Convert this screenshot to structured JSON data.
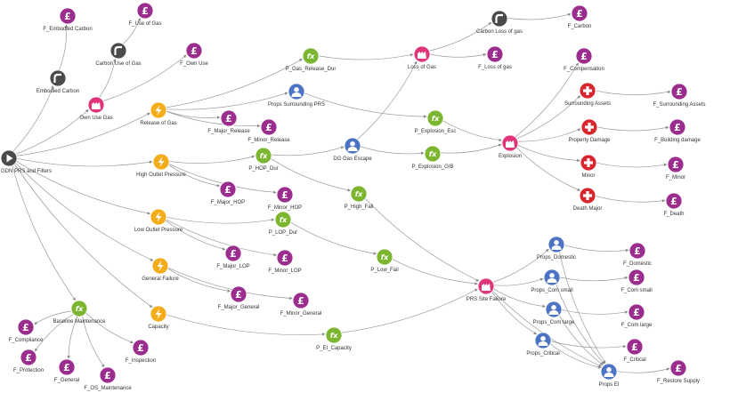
{
  "colors": {
    "cost": "#9b2d8e",
    "loss": "#e0357a",
    "failure": "#f5ac1a",
    "function": "#7cb52f",
    "person": "#4c74c4",
    "harm": "#d9262d",
    "source": "#4a4a4a",
    "edge": "#9a9a9a"
  },
  "icons": {
    "cost": "pound-icon",
    "loss": "factory-icon",
    "failure": "lightning-icon",
    "function": "fx-icon",
    "person": "user-icon",
    "harm": "plus-icon",
    "source": "play-icon",
    "carbon": "pipe-icon"
  },
  "nodes": [
    {
      "id": "root",
      "label": "GDN PRS and Filters",
      "type": "source"
    },
    {
      "id": "emb_c",
      "label": "Embodied Carbon",
      "type": "carbon"
    },
    {
      "id": "f_emb_c",
      "label": "F_Embodied Carbon",
      "type": "cost"
    },
    {
      "id": "own_gas",
      "label": "Own Use Gas",
      "type": "loss"
    },
    {
      "id": "c_use_gas",
      "label": "Carbon Use of Gas",
      "type": "carbon"
    },
    {
      "id": "f_use_gas",
      "label": "F_Use of Gas",
      "type": "cost"
    },
    {
      "id": "f_own_use",
      "label": "F_Own Use",
      "type": "cost"
    },
    {
      "id": "rel_gas",
      "label": "Release of Gas",
      "type": "failure"
    },
    {
      "id": "p_gas_rel",
      "label": "P_Gas_Release_Dur",
      "type": "function"
    },
    {
      "id": "props_sur",
      "label": "Props Surrounding PRS",
      "type": "person"
    },
    {
      "id": "f_major_rel",
      "label": "F_Major_Release",
      "type": "cost"
    },
    {
      "id": "f_minor_rel",
      "label": "F_Minor_Release",
      "type": "cost"
    },
    {
      "id": "loss_gas",
      "label": "Loss of Gas",
      "type": "loss"
    },
    {
      "id": "c_loss_gas",
      "label": "Carbon Loss of gas",
      "type": "carbon"
    },
    {
      "id": "f_carbon",
      "label": "F_Carbon",
      "type": "cost"
    },
    {
      "id": "f_loss_gas",
      "label": "F_Loss of gas",
      "type": "cost"
    },
    {
      "id": "hop",
      "label": "High Outlet Pressure",
      "type": "failure"
    },
    {
      "id": "p_hop",
      "label": "P_HOP_Dur",
      "type": "function"
    },
    {
      "id": "f_major_hop",
      "label": "F_Major_HOP",
      "type": "cost"
    },
    {
      "id": "f_minor_hop",
      "label": "F_Minor_HOP",
      "type": "cost"
    },
    {
      "id": "dg_escape",
      "label": "DG Gas Escape",
      "type": "person"
    },
    {
      "id": "p_exp_esc",
      "label": "P_Explosion_Esc",
      "type": "function"
    },
    {
      "id": "p_exp_gib",
      "label": "P_Explosion_GIB",
      "type": "function"
    },
    {
      "id": "explosion",
      "label": "Explosion",
      "type": "loss"
    },
    {
      "id": "f_comp",
      "label": "F_Compensation",
      "type": "cost"
    },
    {
      "id": "sur_assets",
      "label": "Surrounding Assets",
      "type": "harm"
    },
    {
      "id": "f_sur_assets",
      "label": "F_Surrounding Assets",
      "type": "cost"
    },
    {
      "id": "prop_dmg",
      "label": "Property Damage",
      "type": "harm"
    },
    {
      "id": "f_bld_dmg",
      "label": "F_Building damage",
      "type": "cost"
    },
    {
      "id": "minor",
      "label": "Minor",
      "type": "harm"
    },
    {
      "id": "f_minor",
      "label": "F_Minor",
      "type": "cost"
    },
    {
      "id": "death_major",
      "label": "Death Major",
      "type": "harm"
    },
    {
      "id": "f_death",
      "label": "F_Death",
      "type": "cost"
    },
    {
      "id": "p_high_fail",
      "label": "P_High_Fail",
      "type": "function"
    },
    {
      "id": "lop",
      "label": "Low Outlet Pressure",
      "type": "failure"
    },
    {
      "id": "p_lop",
      "label": "P_LOP_Dur",
      "type": "function"
    },
    {
      "id": "f_major_lop",
      "label": "F_Major_LOP",
      "type": "cost"
    },
    {
      "id": "f_minor_lop",
      "label": "F_Minor_LOP",
      "type": "cost"
    },
    {
      "id": "p_low_fail",
      "label": "P_Low_Fail",
      "type": "function"
    },
    {
      "id": "gen_fail",
      "label": "General Failure",
      "type": "failure"
    },
    {
      "id": "f_major_gen",
      "label": "F_Major_General",
      "type": "cost"
    },
    {
      "id": "f_minor_gen",
      "label": "F_Minor_General",
      "type": "cost"
    },
    {
      "id": "capacity",
      "label": "Capacity",
      "type": "failure"
    },
    {
      "id": "p_ei_cap",
      "label": "P_EI_Capacity",
      "type": "function"
    },
    {
      "id": "prs_site",
      "label": "PRS Site Failure",
      "type": "loss"
    },
    {
      "id": "props_dom",
      "label": "Props_Domestic",
      "type": "person"
    },
    {
      "id": "f_dom",
      "label": "F_Domestic",
      "type": "cost"
    },
    {
      "id": "props_cs",
      "label": "Props_Com small",
      "type": "person"
    },
    {
      "id": "f_cs",
      "label": "F_Com small",
      "type": "cost"
    },
    {
      "id": "props_cl",
      "label": "Props_Com large",
      "type": "person"
    },
    {
      "id": "f_cl",
      "label": "F_Com large",
      "type": "cost"
    },
    {
      "id": "props_crit",
      "label": "Props_Critical",
      "type": "person"
    },
    {
      "id": "f_crit",
      "label": "F_Critical",
      "type": "cost"
    },
    {
      "id": "props_ei",
      "label": "Props EI",
      "type": "person"
    },
    {
      "id": "f_restore",
      "label": "F_Restore Supply",
      "type": "cost"
    },
    {
      "id": "baseline",
      "label": "Baseline Maintenance",
      "type": "function"
    },
    {
      "id": "f_compl",
      "label": "F_Compliance",
      "type": "cost"
    },
    {
      "id": "f_prot",
      "label": "F_Protection",
      "type": "cost"
    },
    {
      "id": "f_gen",
      "label": "F_General",
      "type": "cost"
    },
    {
      "id": "f_os",
      "label": "F_OS_Maintenance",
      "type": "cost"
    },
    {
      "id": "f_insp",
      "label": "F_Inspection",
      "type": "cost"
    }
  ],
  "edges": [
    [
      "root",
      "emb_c"
    ],
    [
      "emb_c",
      "f_emb_c"
    ],
    [
      "root",
      "own_gas"
    ],
    [
      "own_gas",
      "c_use_gas"
    ],
    [
      "c_use_gas",
      "f_use_gas"
    ],
    [
      "own_gas",
      "f_own_use"
    ],
    [
      "root",
      "rel_gas"
    ],
    [
      "rel_gas",
      "p_gas_rel"
    ],
    [
      "rel_gas",
      "props_sur"
    ],
    [
      "rel_gas",
      "f_major_rel"
    ],
    [
      "rel_gas",
      "f_minor_rel"
    ],
    [
      "p_gas_rel",
      "loss_gas"
    ],
    [
      "loss_gas",
      "c_loss_gas"
    ],
    [
      "c_loss_gas",
      "f_carbon"
    ],
    [
      "loss_gas",
      "f_loss_gas"
    ],
    [
      "props_sur",
      "p_exp_esc"
    ],
    [
      "p_exp_esc",
      "explosion"
    ],
    [
      "root",
      "hop"
    ],
    [
      "hop",
      "p_hop"
    ],
    [
      "hop",
      "f_major_hop"
    ],
    [
      "hop",
      "f_minor_hop"
    ],
    [
      "p_hop",
      "dg_escape"
    ],
    [
      "p_hop",
      "p_high_fail"
    ],
    [
      "dg_escape",
      "loss_gas"
    ],
    [
      "dg_escape",
      "p_exp_gib"
    ],
    [
      "p_exp_gib",
      "explosion"
    ],
    [
      "explosion",
      "f_comp"
    ],
    [
      "explosion",
      "sur_assets"
    ],
    [
      "sur_assets",
      "f_sur_assets"
    ],
    [
      "explosion",
      "prop_dmg"
    ],
    [
      "prop_dmg",
      "f_bld_dmg"
    ],
    [
      "explosion",
      "minor"
    ],
    [
      "minor",
      "f_minor"
    ],
    [
      "explosion",
      "death_major"
    ],
    [
      "death_major",
      "f_death"
    ],
    [
      "root",
      "lop"
    ],
    [
      "lop",
      "p_lop"
    ],
    [
      "lop",
      "f_major_lop"
    ],
    [
      "lop",
      "f_minor_lop"
    ],
    [
      "p_lop",
      "p_low_fail"
    ],
    [
      "root",
      "gen_fail"
    ],
    [
      "gen_fail",
      "f_major_gen"
    ],
    [
      "gen_fail",
      "f_minor_gen"
    ],
    [
      "root",
      "capacity"
    ],
    [
      "capacity",
      "p_ei_cap"
    ],
    [
      "p_high_fail",
      "prs_site"
    ],
    [
      "p_low_fail",
      "prs_site"
    ],
    [
      "p_ei_cap",
      "prs_site"
    ],
    [
      "prs_site",
      "props_dom"
    ],
    [
      "props_dom",
      "f_dom"
    ],
    [
      "prs_site",
      "props_cs"
    ],
    [
      "props_cs",
      "f_cs"
    ],
    [
      "prs_site",
      "props_cl"
    ],
    [
      "props_cl",
      "f_cl"
    ],
    [
      "prs_site",
      "props_crit"
    ],
    [
      "props_crit",
      "f_crit"
    ],
    [
      "prs_site",
      "props_ei"
    ],
    [
      "props_ei",
      "f_restore"
    ],
    [
      "props_dom",
      "props_ei"
    ],
    [
      "props_cs",
      "props_ei"
    ],
    [
      "props_cl",
      "props_ei"
    ],
    [
      "props_crit",
      "props_ei"
    ],
    [
      "root",
      "baseline"
    ],
    [
      "baseline",
      "f_compl"
    ],
    [
      "baseline",
      "f_prot"
    ],
    [
      "baseline",
      "f_gen"
    ],
    [
      "baseline",
      "f_os"
    ],
    [
      "baseline",
      "f_insp"
    ]
  ]
}
